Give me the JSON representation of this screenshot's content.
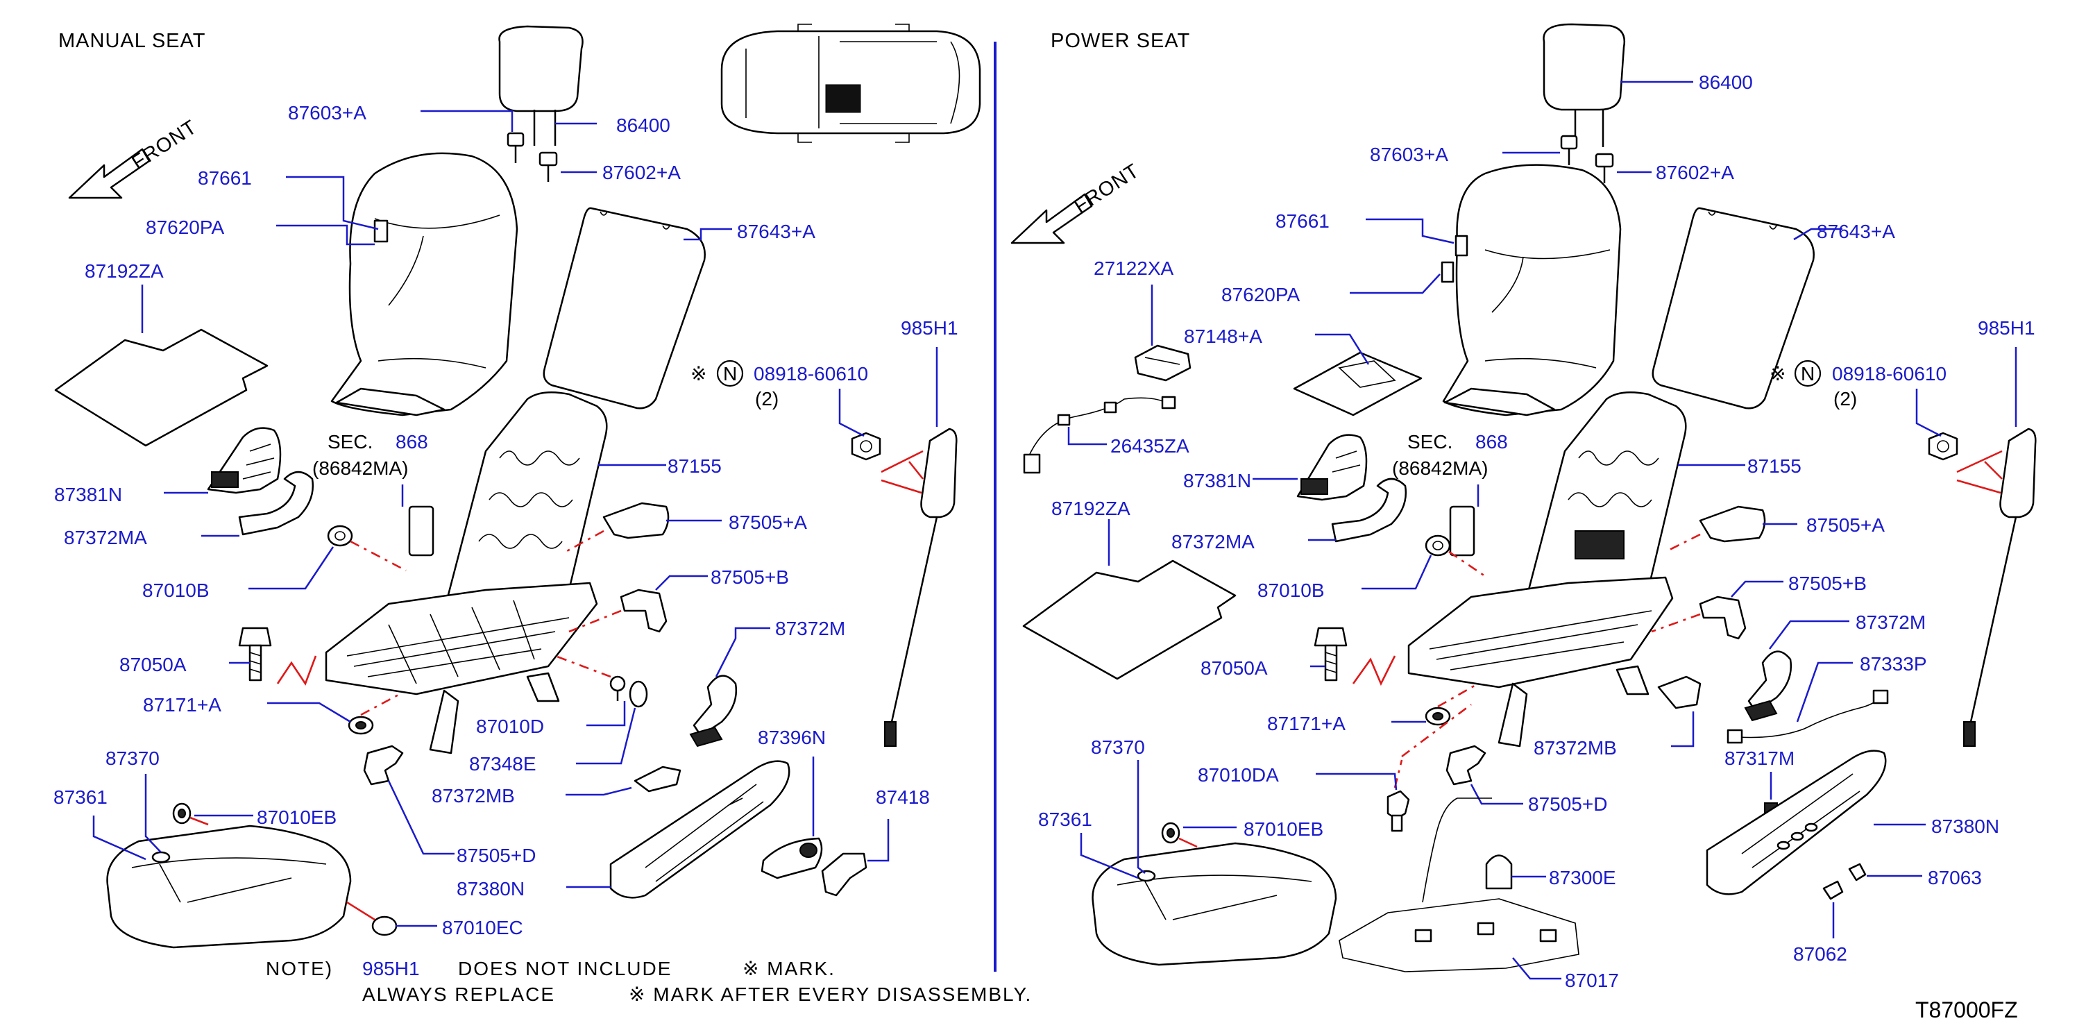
{
  "sections": {
    "manual_title": "MANUAL   SEAT",
    "power_title": "POWER   SEAT",
    "front": "FRONT"
  },
  "manual": {
    "p86400": "86400",
    "p87603a": "87603+A",
    "p87602a": "87602+A",
    "p87661": "87661",
    "p87620pa": "87620PA",
    "p87643a": "87643+A",
    "p87192za": "87192ZA",
    "p985h1": "985H1",
    "p08918": "08918-60610",
    "qty": "(2)",
    "sec_label": "SEC.",
    "sec_num": "868",
    "sec_sub": "(86842MA)",
    "p87155": "87155",
    "p87381n": "87381N",
    "p87372ma": "87372MA",
    "p87505a": "87505+A",
    "p87010b": "87010B",
    "p87505b": "87505+B",
    "p87372m": "87372M",
    "p87050a": "87050A",
    "p87171a": "87171+A",
    "p87010d": "87010D",
    "p87348e": "87348E",
    "p87396n": "87396N",
    "p87370": "87370",
    "p87361": "87361",
    "p87010eb": "87010EB",
    "p87372mb": "87372MB",
    "p87418": "87418",
    "p87505d": "87505+D",
    "p87380n": "87380N",
    "p87010ec": "87010EC"
  },
  "power": {
    "p86400": "86400",
    "p87603a": "87603+A",
    "p87602a": "87602+A",
    "p87661": "87661",
    "p87643a": "87643+A",
    "p27122xa": "27122XA",
    "p87620pa": "87620PA",
    "p87148a": "87148+A",
    "p985h1": "985H1",
    "p08918": "08918-60610",
    "qty": "(2)",
    "p26435za": "26435ZA",
    "sec_label": "SEC.",
    "sec_num": "868",
    "sec_sub": "(86842MA)",
    "p87155": "87155",
    "p87381n": "87381N",
    "p87192za": "87192ZA",
    "p87505a": "87505+A",
    "p87372ma": "87372MA",
    "p87010b": "87010B",
    "p87505b": "87505+B",
    "p87372m": "87372M",
    "p87333p": "87333P",
    "p87050a": "87050A",
    "p87171a": "87171+A",
    "p87372mb": "87372MB",
    "p87317m": "87317M",
    "p87370": "87370",
    "p87010da": "87010DA",
    "p87505d": "87505+D",
    "p87361": "87361",
    "p87010eb": "87010EB",
    "p87380n": "87380N",
    "p87300e": "87300E",
    "p87063": "87063",
    "p87062": "87062",
    "p87017": "87017"
  },
  "note": {
    "prefix": "NOTE)",
    "part": "985H1",
    "line1_rest": "DOES   NOT   INCLUDE",
    "mark1": "※ MARK.",
    "line2_a": "ALWAYS   REPLACE",
    "line2_b": "※ MARK   AFTER   EVERY   DISASSEMBLY."
  },
  "symbols": {
    "kome": "※",
    "n_circle": "N"
  },
  "diagram_code": "T87000FZ"
}
